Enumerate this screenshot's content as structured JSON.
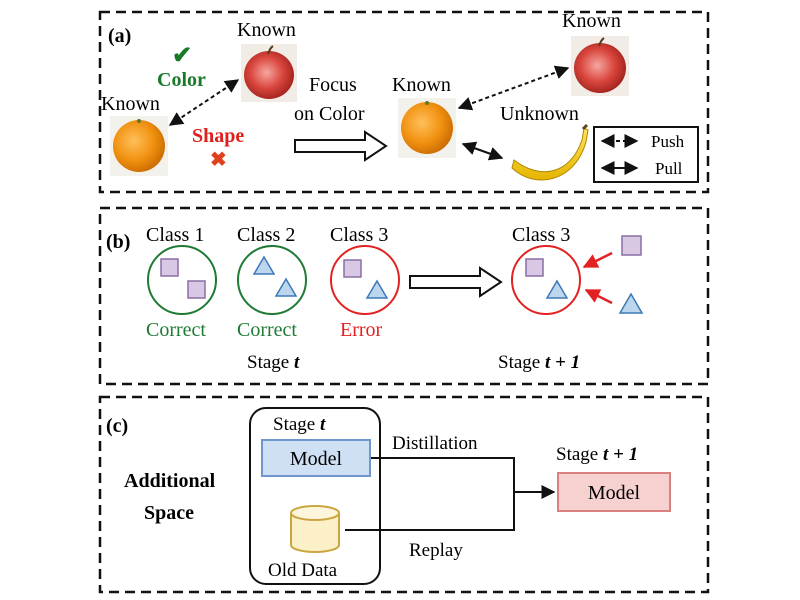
{
  "panel_a": {
    "label": "(a)",
    "known_label": "Known",
    "unknown_label": "Unknown",
    "color_label": "Color",
    "shape_label": "Shape",
    "check_mark": "✔",
    "cross_mark": "✖",
    "focus_line1": "Focus",
    "focus_line2": "on Color",
    "legend_push": "Push",
    "legend_pull": "Pull",
    "colors": {
      "color_text": "#1a7a2a",
      "shape_text": "#e0201c",
      "check": "#1a7a2a",
      "cross": "#e0401c"
    }
  },
  "panel_b": {
    "label": "(b)",
    "class1": "Class 1",
    "class2": "Class 2",
    "class3": "Class 3",
    "class3_next": "Class 3",
    "correct1": "Correct",
    "correct2": "Correct",
    "error": "Error",
    "stage_t_prefix": "Stage ",
    "stage_t_var": "t",
    "stage_t1_prefix": "Stage ",
    "stage_t1_var": "t + 1",
    "colors": {
      "correct": "#1f7a35",
      "error": "#e22222",
      "square_fill": "#d8c8e4",
      "square_stroke": "#8a6fa5",
      "triangle_fill": "#bcd6ee",
      "triangle_stroke": "#3d79b8"
    }
  },
  "panel_c": {
    "label": "(c)",
    "additional_line1": "Additional",
    "additional_line2": "Space",
    "stage_t_prefix": "Stage ",
    "stage_t_var": "t",
    "model_left": "Model",
    "old_data": "Old Data",
    "distillation": "Distillation",
    "replay": "Replay",
    "stage_t1_prefix": "Stage ",
    "stage_t1_var": "t + 1",
    "model_right": "Model",
    "colors": {
      "model_blue_fill": "#cfe0f4",
      "model_blue_stroke": "#6e97cc",
      "model_red_fill": "#f7d0d0",
      "model_red_stroke": "#d98080",
      "db_fill": "#fbf0c8",
      "db_stroke": "#c9a640"
    }
  },
  "icons": [
    "apple-image",
    "orange-image",
    "banana-image",
    "push-arrow",
    "pull-arrow",
    "hollow-arrow"
  ]
}
